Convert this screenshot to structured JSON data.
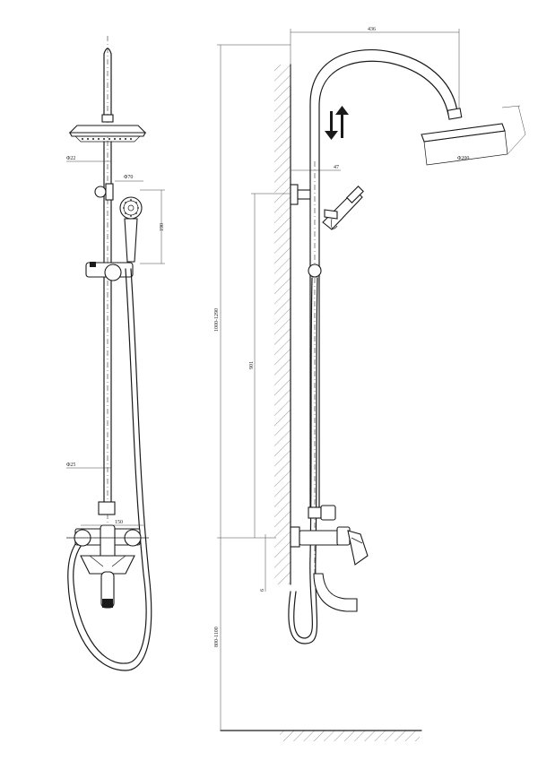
{
  "front_view": {
    "d_top": "Φ22",
    "d_handshower": "Φ70",
    "handshower_len": "190",
    "d_pipe": "Φ25",
    "spout_width": "150"
  },
  "side_view": {
    "arm_reach": "436",
    "d_overhead": "Φ200",
    "offset": "47",
    "total_height": "1000-1290",
    "rail_len": "901",
    "mount_height": "800-1100",
    "wall_gap": "6"
  },
  "icons": {
    "height_adjust": "up-down-arrows-icon"
  }
}
